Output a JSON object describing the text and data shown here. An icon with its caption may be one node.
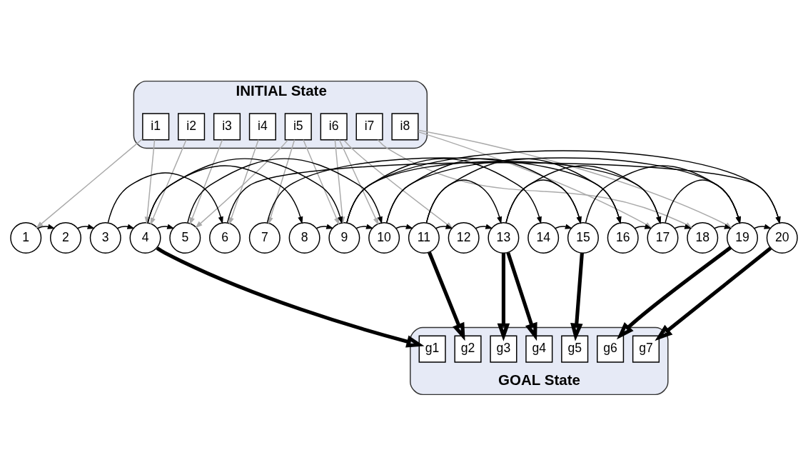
{
  "diagram": {
    "nodes": [
      {
        "text": [
          "INITIAL State"
        ]
      },
      {
        "text": [
          "i1"
        ],
        "in": 0
      },
      {
        "text": [
          "i2"
        ],
        "in": 0
      },
      {
        "text": [
          "i3"
        ],
        "in": 0
      },
      {
        "text": [
          "i4"
        ],
        "in": 0
      },
      {
        "text": [
          "i5"
        ],
        "in": 0
      },
      {
        "text": [
          "i6"
        ],
        "in": 0
      },
      {
        "text": [
          "i7"
        ],
        "in": 0
      },
      {
        "text": [
          "i8"
        ],
        "in": 0
      },
      {
        "text": [
          "1"
        ]
      },
      {
        "text": [
          "2"
        ]
      },
      {
        "text": [
          "3"
        ]
      },
      {
        "text": [
          "4"
        ]
      },
      {
        "text": [
          "5"
        ]
      },
      {
        "text": [
          "6"
        ]
      },
      {
        "text": [
          "7"
        ]
      },
      {
        "text": [
          "8"
        ]
      },
      {
        "text": [
          "9"
        ]
      },
      {
        "text": [
          "10"
        ]
      },
      {
        "text": [
          "11"
        ]
      },
      {
        "text": [
          "12"
        ]
      },
      {
        "text": [
          "13"
        ]
      },
      {
        "text": [
          "14"
        ]
      },
      {
        "text": [
          "15"
        ]
      },
      {
        "text": [
          "16"
        ]
      },
      {
        "text": [
          "17"
        ]
      },
      {
        "text": [
          "18"
        ]
      },
      {
        "text": [
          "19"
        ]
      },
      {
        "text": [
          "20"
        ]
      },
      {
        "text": [
          "GOAL State"
        ]
      },
      {
        "text": [
          "g1"
        ],
        "in": 29
      },
      {
        "text": [
          "g2"
        ],
        "in": 29
      },
      {
        "text": [
          "g3"
        ],
        "in": 29
      },
      {
        "text": [
          "g4"
        ],
        "in": 29
      },
      {
        "text": [
          "g5"
        ],
        "in": 29
      },
      {
        "text": [
          "g6"
        ],
        "in": 29
      },
      {
        "text": [
          "g7"
        ],
        "in": 29
      }
    ],
    "edges": [
      {
        "from": 1,
        "to": 9,
        "arrow": "to",
        "color": "#aaaaaa"
      },
      {
        "from": 1,
        "to": 12,
        "arrow": "to",
        "color": "#aaaaaa"
      },
      {
        "from": 2,
        "to": 12,
        "arrow": "to",
        "color": "#aaaaaa"
      },
      {
        "from": 3,
        "to": 13,
        "arrow": "to",
        "color": "#aaaaaa"
      },
      {
        "from": 4,
        "to": 14,
        "arrow": "to",
        "color": "#aaaaaa"
      },
      {
        "from": 5,
        "to": 13,
        "arrow": "to",
        "color": "#aaaaaa"
      },
      {
        "from": 5,
        "to": 15,
        "arrow": "to",
        "color": "#aaaaaa"
      },
      {
        "from": 5,
        "to": 17,
        "arrow": "to",
        "color": "#aaaaaa"
      },
      {
        "from": 6,
        "to": 17,
        "arrow": "to",
        "color": "#aaaaaa"
      },
      {
        "from": 6,
        "to": 18,
        "arrow": "to",
        "color": "#aaaaaa"
      },
      {
        "from": 6,
        "to": 20,
        "arrow": "to",
        "color": "#aaaaaa"
      },
      {
        "from": 7,
        "to": 26,
        "arrow": "to",
        "color": "#aaaaaa"
      },
      {
        "from": 8,
        "to": 25,
        "arrow": "to",
        "color": "#aaaaaa"
      },
      {
        "from": 8,
        "to": 27,
        "arrow": "to",
        "color": "#aaaaaa"
      },
      {
        "from": 9,
        "to": 10,
        "arrow": "to"
      },
      {
        "from": 10,
        "to": 11,
        "arrow": "to"
      },
      {
        "from": 11,
        "to": 12,
        "arrow": "to"
      },
      {
        "from": 12,
        "to": 13,
        "arrow": "to"
      },
      {
        "from": 16,
        "to": 17,
        "arrow": "to"
      },
      {
        "from": 17,
        "to": 18,
        "arrow": "to"
      },
      {
        "from": 18,
        "to": 19,
        "arrow": "to"
      },
      {
        "from": 19,
        "to": 20,
        "arrow": "to"
      },
      {
        "from": 20,
        "to": 21,
        "arrow": "to"
      },
      {
        "from": 22,
        "to": 23,
        "arrow": "to"
      },
      {
        "from": 24,
        "to": 25,
        "arrow": "to"
      },
      {
        "from": 25,
        "to": 26,
        "arrow": "to"
      },
      {
        "from": 26,
        "to": 27,
        "arrow": "to"
      },
      {
        "from": 27,
        "to": 28,
        "arrow": "to"
      },
      {
        "from": 11,
        "to": 14,
        "arrow": "to"
      },
      {
        "from": 12,
        "to": 16,
        "arrow": "to"
      },
      {
        "from": 12,
        "to": 17,
        "arrow": "to"
      },
      {
        "from": 13,
        "to": 18,
        "arrow": "to"
      },
      {
        "from": 14,
        "to": 28,
        "arrow": "to"
      },
      {
        "from": 15,
        "to": 24,
        "arrow": "to"
      },
      {
        "from": 17,
        "to": 22,
        "arrow": "to"
      },
      {
        "from": 17,
        "to": 25,
        "arrow": "to"
      },
      {
        "from": 17,
        "to": 28,
        "arrow": "to"
      },
      {
        "from": 18,
        "to": 23,
        "arrow": "to"
      },
      {
        "from": 18,
        "to": 27,
        "arrow": "to"
      },
      {
        "from": 19,
        "to": 21,
        "arrow": "to"
      },
      {
        "from": 19,
        "to": 24,
        "arrow": "to"
      },
      {
        "from": 21,
        "to": 23,
        "arrow": "to"
      },
      {
        "from": 21,
        "to": 25,
        "arrow": "to"
      },
      {
        "from": 23,
        "to": 27,
        "arrow": "to"
      },
      {
        "from": 25,
        "to": 27,
        "arrow": "to"
      },
      {
        "from": 12,
        "to": 30,
        "arrow": "to",
        "style": "thick"
      },
      {
        "from": 19,
        "to": 31,
        "arrow": "to",
        "style": "thick"
      },
      {
        "from": 21,
        "to": 32,
        "arrow": "to",
        "style": "thick"
      },
      {
        "from": 21,
        "to": 33,
        "arrow": "to",
        "style": "thick"
      },
      {
        "from": 23,
        "to": 34,
        "arrow": "to",
        "style": "thick"
      },
      {
        "from": 27,
        "to": 35,
        "arrow": "to",
        "style": "thick"
      },
      {
        "from": 28,
        "to": 36,
        "arrow": "to",
        "style": "thick"
      }
    ]
  }
}
